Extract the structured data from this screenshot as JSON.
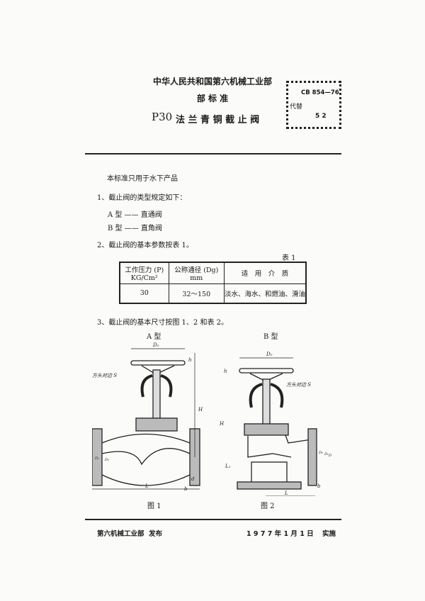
{
  "header": {
    "ministry": "中华人民共和国第六机械工业部",
    "standard_type": "部 标 准",
    "code_prefix": "P30",
    "title": "法 兰 青 铜 截 止 阀"
  },
  "code_box": {
    "code": "CB 854—76",
    "replaces_label": "代替",
    "replaces": "5 2"
  },
  "body": {
    "scope": "本标准只用于水下产品",
    "item1": "1、截止阀的类型规定如下：",
    "type_a": "A 型 —— 直通阀",
    "type_b": "B 型 —— 直角阀",
    "item2": "2、截止阀的基本参数按表 1。",
    "table_label": "表 1",
    "table": {
      "headers": [
        "工作压力 (P)",
        "KG/Cm²",
        "公称通径 (Dg)",
        "mm",
        "适　用　介　质"
      ],
      "row": [
        "30",
        "32～150",
        "淡水、海水、和燃油、滑油"
      ]
    },
    "item3": "3、截止阀的基本尺寸按图 1、2 和表 2。"
  },
  "figures": [
    {
      "type_label": "A 型",
      "caption": "图 1",
      "labels": [
        "D₀",
        "h",
        "方头对边 S",
        "H",
        "D",
        "D₁",
        "D₂",
        "d",
        "b",
        "L"
      ]
    },
    {
      "type_label": "B 型",
      "caption": "图 2",
      "labels": [
        "D₀",
        "h",
        "方头对边 S",
        "H",
        "D₂",
        "D₁",
        "D",
        "L₁",
        "b",
        "L"
      ]
    }
  ],
  "footer": {
    "issuer": "第六机械工业部",
    "issued": "发布",
    "date": "1 9 7 7 年 1 月 1 日",
    "effective": "实施"
  }
}
